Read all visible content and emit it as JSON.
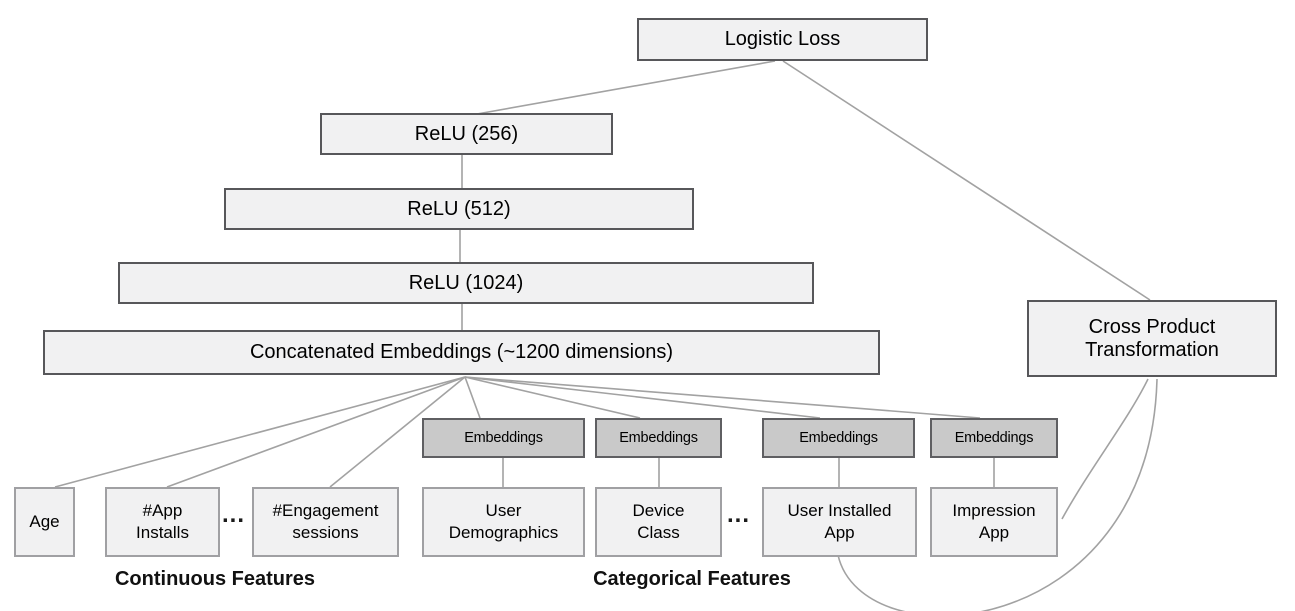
{
  "diagram_title": "Wide and Deep model architecture diagram",
  "colors": {
    "background": "#ffffff",
    "box_fill": "#f1f1f2",
    "box_border_dark": "#57575a",
    "feature_box_border": "#a0a0a3",
    "embedding_fill": "#c9c9c9",
    "embedding_border": "#5f5f62",
    "connector_line": "#a2a2a2",
    "text": "#000000"
  },
  "deep_component": {
    "logistic_loss": "Logistic Loss",
    "relu_256": "ReLU (256)",
    "relu_512": "ReLU (512)",
    "relu_1024": "ReLU (1024)",
    "concatenated_embeddings": "Concatenated Embeddings (~1200 dimensions)"
  },
  "wide_component": {
    "cross_product_line1": "Cross Product",
    "cross_product_line2": "Transformation"
  },
  "embeddings_label": "Embeddings",
  "continuous_features": {
    "group_label": "Continuous Features",
    "age": "Age",
    "app_installs_line1": "#App",
    "app_installs_line2": "Installs",
    "ellipsis": "...",
    "engagement_line1": "#Engagement",
    "engagement_line2": "sessions"
  },
  "categorical_features": {
    "group_label": "Categorical Features",
    "user_demographics_line1": "User",
    "user_demographics_line2": "Demographics",
    "device_class_line1": "Device",
    "device_class_line2": "Class",
    "ellipsis": "...",
    "user_installed_app_line1": "User Installed",
    "user_installed_app_line2": "App",
    "impression_app_line1": "Impression",
    "impression_app_line2": "App"
  }
}
